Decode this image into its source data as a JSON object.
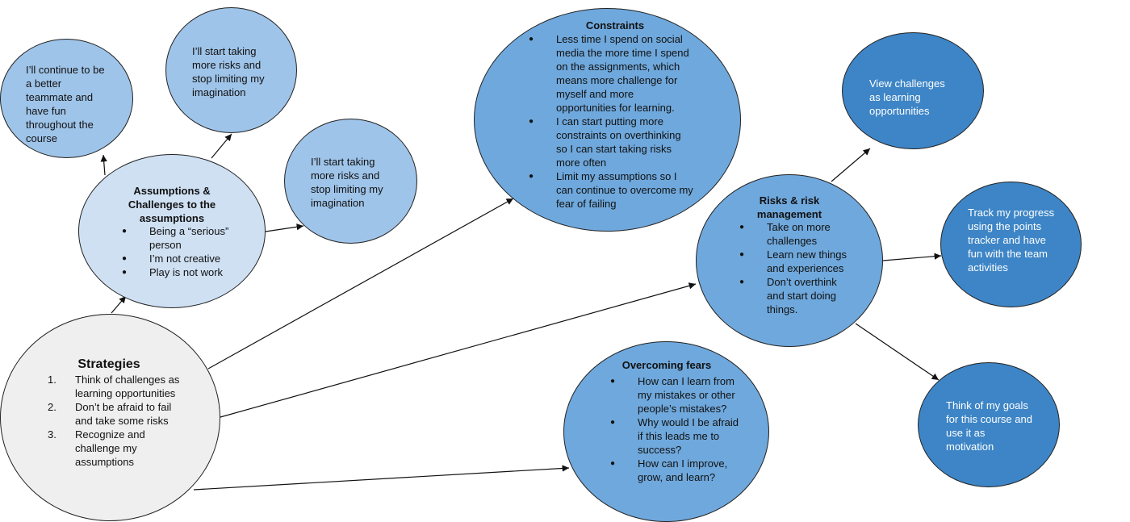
{
  "colors": {
    "pale": "#cfe0f3",
    "light": "#9fc4e9",
    "mid": "#6fa8dc",
    "dark": "#3d85c6",
    "grey": "#efefef"
  },
  "strategies": {
    "title": "Strategies",
    "items": [
      {
        "num": "1.",
        "text": "Think of challenges as learning opportunities"
      },
      {
        "num": "2.",
        "text": "Don’t be afraid to fail and take some risks"
      },
      {
        "num": "3.",
        "text": "Recognize and challenge my assumptions"
      }
    ]
  },
  "assumptions": {
    "title": "Assumptions & Challenges to the assumptions",
    "items": [
      "Being a “serious” person",
      "I’m not creative",
      "Play is not work"
    ]
  },
  "teammate": {
    "text": "I’ll continue to be a better teammate and have fun throughout the course"
  },
  "risks_top": {
    "text": "I’ll start taking more risks and stop limiting my imagination"
  },
  "risks_right": {
    "text": "I’ll start taking more risks and stop limiting my imagination"
  },
  "constraints": {
    "title": "Constraints",
    "items": [
      "Less time I spend on social media the more time I spend on the assignments, which means more challenge for myself and more opportunities for learning.",
      "I can start putting more constraints on overthinking so I can start taking risks more often",
      "Limit my assumptions so I can continue to overcome my fear of failing"
    ]
  },
  "risk_mgmt": {
    "title": "Risks & risk management",
    "items": [
      "Take on more challenges",
      "Learn new things and experiences",
      "Don’t overthink and start doing things."
    ]
  },
  "fears": {
    "title": "Overcoming fears",
    "items": [
      "How can I learn from my mistakes or other people’s mistakes?",
      "Why would I be afraid if this leads me to success?",
      "How can I improve, grow, and learn?"
    ]
  },
  "view_challenges": {
    "text": "View challenges as learning opportunities"
  },
  "track_progress": {
    "text": "Track my progress using the points tracker and have fun with the team activities"
  },
  "goals": {
    "text": "Think of my goals for this course and use it as motivation"
  }
}
